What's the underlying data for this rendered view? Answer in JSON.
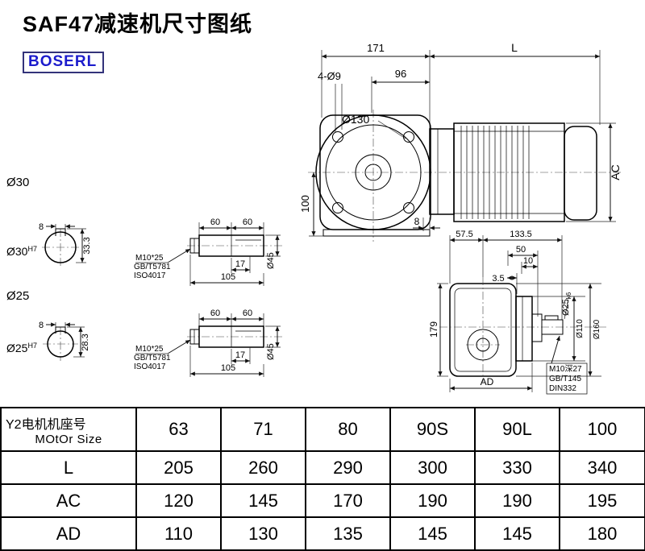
{
  "page": {
    "title": "SAF47减速机尺寸图纸",
    "brand": "BOSERL"
  },
  "front_view": {
    "dim_171": "171",
    "dim_L": "L",
    "dim_96": "96",
    "holes_label": "4-Ø9",
    "flange_dia": "Ø130",
    "dim_100": "100",
    "dim_8": "8",
    "dim_AC": "AC"
  },
  "section_30": {
    "name": "Ø30",
    "bore": "Ø30",
    "tolerance": "H7",
    "key_width": "8",
    "total_height": "33.3"
  },
  "section_25": {
    "name": "Ø25",
    "bore": "Ø25",
    "tolerance": "H7",
    "key_width": "8",
    "total_height": "28.3"
  },
  "shaft_details": [
    {
      "dim_60_left": "60",
      "dim_60_right": "60",
      "dim_17": "17",
      "dim_105": "105",
      "dia": "Ø45",
      "bolt_note": "M10*25",
      "bolt_std": "GB/T5781",
      "bolt_iso": "ISO4017"
    },
    {
      "dim_60_left": "60",
      "dim_60_right": "60",
      "dim_17": "17",
      "dim_105": "105",
      "dia": "Ø45",
      "bolt_note": "M10*25",
      "bolt_std": "GB/T5781",
      "bolt_iso": "ISO4017"
    }
  ],
  "side_view": {
    "dim_57_5": "57.5",
    "dim_133_5": "133.5",
    "dim_50": "50",
    "dim_10": "10",
    "dim_3_5": "3.5",
    "shaft_dia": "Ø25",
    "shaft_fit": "k6",
    "dim_179": "179",
    "flange_dia_110": "Ø110",
    "flange_dia_160": "Ø160",
    "dim_AD": "AD",
    "tap_note": "M10深27",
    "tap_std": "GB/T145",
    "tap_din": "DIN332"
  },
  "table": {
    "header_cn": "Y2电机机座号",
    "header_en": "MOtOr Size",
    "sizes": [
      "63",
      "71",
      "80",
      "90S",
      "90L",
      "100"
    ],
    "rows": [
      {
        "label": "L",
        "values": [
          "205",
          "260",
          "290",
          "300",
          "330",
          "340"
        ]
      },
      {
        "label": "AC",
        "values": [
          "120",
          "145",
          "170",
          "190",
          "190",
          "195"
        ]
      },
      {
        "label": "AD",
        "values": [
          "110",
          "130",
          "135",
          "145",
          "145",
          "180"
        ]
      }
    ]
  }
}
